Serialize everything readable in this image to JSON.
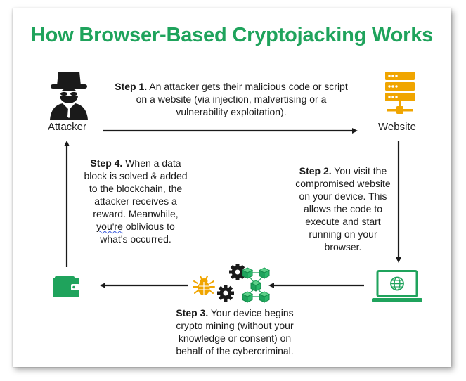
{
  "title": "How Browser-Based Cryptojacking Works",
  "nodes": {
    "attacker": "Attacker",
    "website": "Website"
  },
  "steps": {
    "step1": {
      "label": "Step 1.",
      "text": "An attacker gets their malicious code or script on a website (via injection, malvertising or a vulnerability exploitation)."
    },
    "step2": {
      "label": "Step 2.",
      "text": "You visit the compromised website on your device. This allows the code to execute and start running on your browser."
    },
    "step3": {
      "label": "Step 3.",
      "text": "Your device begins crypto mining (without your knowledge or consent) on behalf of the cybercriminal."
    },
    "step4": {
      "label": "Step 4.",
      "text_a": "When a data block is solved & added to the blockchain, the attacker receives a reward. Meanwhile,",
      "text_b": "you're",
      "text_c": "oblivious to what's occurred."
    }
  },
  "colors": {
    "accent_green": "#1fa35c",
    "mining_orange": "#f0a500",
    "dark": "#1a1a1a"
  },
  "icons": [
    "hacker-icon",
    "server-icon",
    "laptop-globe-icon",
    "wallet-icon",
    "bug-icon",
    "gears-icon",
    "blockchain-icon"
  ]
}
